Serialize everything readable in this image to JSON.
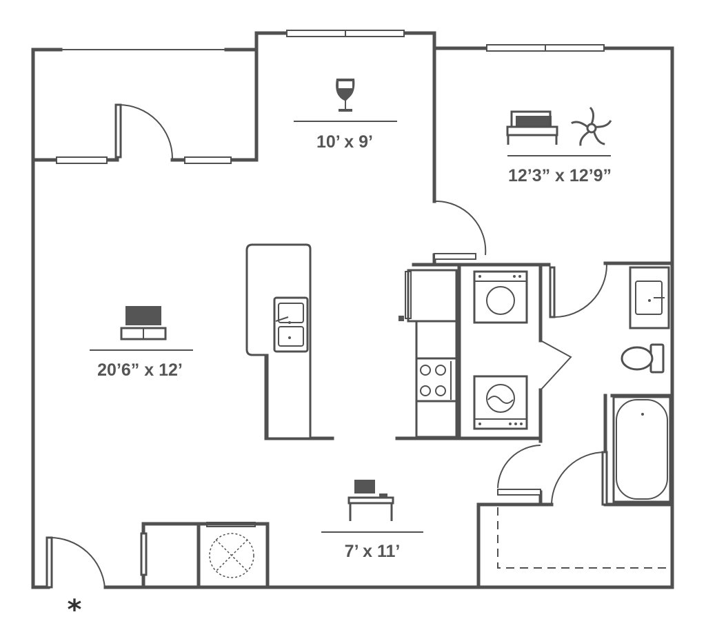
{
  "rooms": {
    "dining": {
      "dimensions": "10’ x 9’",
      "icon": "wine-glass-icon"
    },
    "bedroom": {
      "dimensions": "12’3” x 12’9”",
      "icon": "bed-icon",
      "fan_icon": "ceiling-fan-icon"
    },
    "living": {
      "dimensions": "20’6” x 12’",
      "icon": "tv-icon"
    },
    "study": {
      "dimensions": "7’ x 11’",
      "icon": "desk-icon"
    }
  },
  "entry_marker": "*",
  "colors": {
    "wall": "#505050",
    "text": "#555555",
    "background": "#ffffff"
  }
}
